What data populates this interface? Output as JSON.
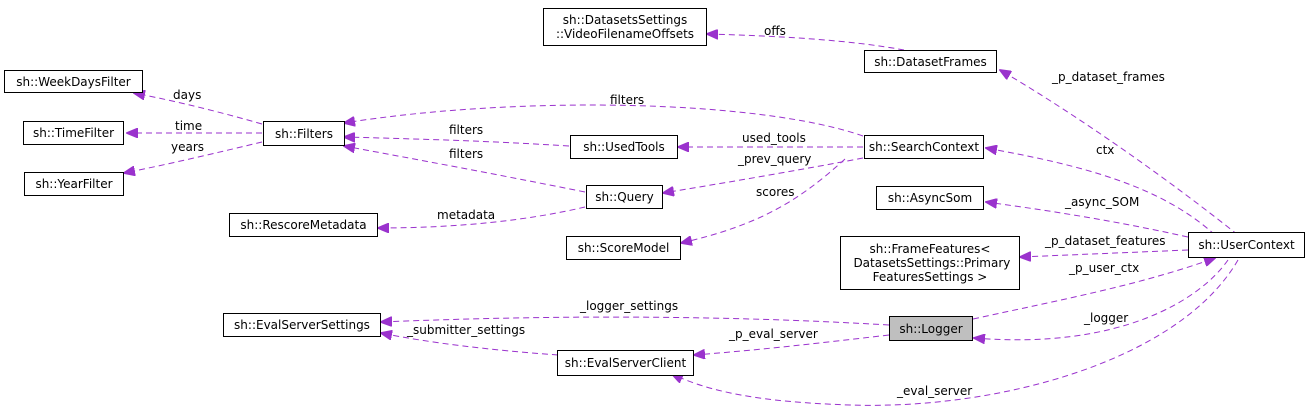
{
  "nodes": {
    "video_filename_offsets": "sh::DatasetsSettings\n::VideoFilenameOffsets",
    "dataset_frames": "sh::DatasetFrames",
    "week_days_filter": "sh::WeekDaysFilter",
    "time_filter": "sh::TimeFilter",
    "year_filter": "sh::YearFilter",
    "filters": "sh::Filters",
    "used_tools": "sh::UsedTools",
    "search_context": "sh::SearchContext",
    "query": "sh::Query",
    "rescore_metadata": "sh::RescoreMetadata",
    "score_model": "sh::ScoreModel",
    "async_som": "sh::AsyncSom",
    "frame_features": "sh::FrameFeatures<\n DatasetsSettings::Primary\nFeaturesSettings >",
    "user_context": "sh::UserContext",
    "eval_server_settings": "sh::EvalServerSettings",
    "logger": "sh::Logger",
    "eval_server_client": "sh::EvalServerClient"
  },
  "edge_labels": {
    "offs": "offs",
    "p_dataset_frames": "_p_dataset_frames",
    "days": "days",
    "time": "time",
    "years": "years",
    "filters_from_search_context": "filters",
    "filters_from_used_tools": "filters",
    "filters_from_query": "filters",
    "used_tools": "used_tools",
    "prev_query": "_prev_query",
    "scores": "scores",
    "metadata": "metadata",
    "ctx": "ctx",
    "async_som": "_async_SOM",
    "p_dataset_features": "_p_dataset_features",
    "p_user_ctx": "_p_user_ctx",
    "logger_settings": "_logger_settings",
    "logger": "_logger",
    "submitter_settings": "_submitter_settings",
    "p_eval_server": "_p_eval_server",
    "eval_server": "_eval_server"
  },
  "colors": {
    "edge": "#9a32cd",
    "highlighted_node_fill": "#bfbfbf",
    "node_border": "#000000"
  }
}
